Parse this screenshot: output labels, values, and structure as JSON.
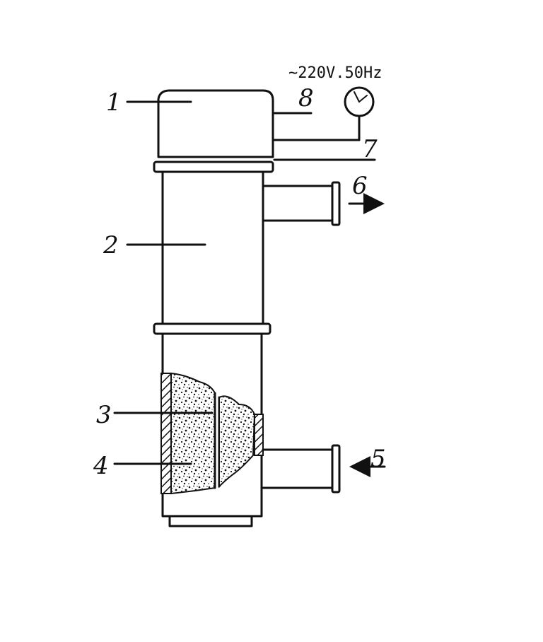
{
  "power_label": "~220V.50Hz",
  "labels": {
    "l1": "1",
    "l2": "2",
    "l3": "3",
    "l4": "4",
    "l5": "5",
    "l6": "6",
    "l7": "7",
    "l8": "8"
  },
  "icons": {
    "meter": "gauge-icon"
  }
}
